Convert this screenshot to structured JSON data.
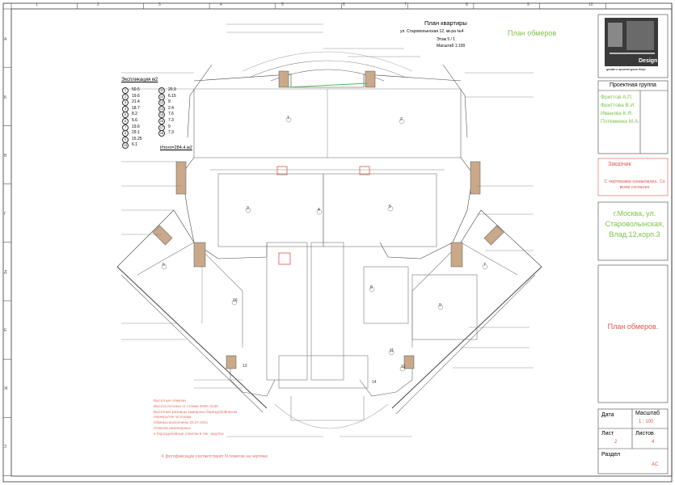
{
  "border": {
    "top_numbers": [
      "1",
      "2",
      "3",
      "4",
      "5",
      "6",
      "7",
      "8",
      "9",
      "10"
    ],
    "left_letters": [
      "А",
      "Б",
      "В",
      "Г",
      "Д",
      "Е",
      "Ж",
      "З"
    ]
  },
  "plan": {
    "title": "План квартиры",
    "address": "ул. Староволынская 12, кв-ра №4",
    "floor": "Этаж 5 / 1",
    "scale": "Масштаб 1:100",
    "top_label": "План обмеров"
  },
  "explication": {
    "title": "Экспликация м2",
    "left": [
      {
        "n": "1",
        "v": "50.5"
      },
      {
        "n": "2",
        "v": "19.6"
      },
      {
        "n": "3",
        "v": "21.4"
      },
      {
        "n": "4",
        "v": "18.7"
      },
      {
        "n": "5",
        "v": "8.2"
      },
      {
        "n": "6",
        "v": "5.6"
      },
      {
        "n": "7",
        "v": "19.6"
      },
      {
        "n": "8",
        "v": "29.1"
      },
      {
        "n": "9",
        "v": "15.25"
      },
      {
        "n": "10",
        "v": "6.1"
      }
    ],
    "right": [
      {
        "n": "11",
        "v": "20.9"
      },
      {
        "n": "12",
        "v": "6.15"
      },
      {
        "n": "13",
        "v": "9"
      },
      {
        "n": "14",
        "v": "2.4"
      },
      {
        "n": "15",
        "v": "7.6"
      },
      {
        "n": "16",
        "v": "7.3"
      },
      {
        "n": "17",
        "v": "9"
      },
      {
        "n": "18",
        "v": "7.3"
      }
    ],
    "total": "Итого=284.4 м2"
  },
  "rooms": [
    "1",
    "2",
    "3",
    "4",
    "5",
    "6",
    "7",
    "8",
    "9",
    "10",
    "11",
    "12",
    "13",
    "14"
  ],
  "notes": {
    "line1": "Высотные отметки",
    "line2": "Высота потолка от стяжки 3030÷3130",
    "line3": "Высотные разницы замерены бороздобойником",
    "line4": "перекрытие по полам",
    "line5": "Обмеры выполнены 25.07.2011",
    "line6": "Отметки инженерных",
    "line7": "и бороздобойные отметки 5 тек. зарубок",
    "photo": "К фотофиксации соответствуют N пометки на чертеже"
  },
  "title_block": {
    "logo": "Design",
    "logo_sub": "дизайн и архитектурное бюро",
    "group_title": "Проектная группа",
    "members": [
      "Фриттов А.П.",
      "Фриттова В.И.",
      "Иванова К.Я.",
      "Потемкина М.А."
    ],
    "client_title": "Заказчик",
    "client_note": "С чертежами ознакомлен. Со всем согласен",
    "address": "г.Москва, ул. Староволынская, Влад.12,корп.3",
    "sheet_title": "План обмеров.",
    "date_label": "Дата",
    "scale_label": "Масштаб",
    "scale_value": "1 : 100",
    "sheet_label": "Лист",
    "sheet_value": "2",
    "sheets_label": "Листов",
    "sheets_value": "4",
    "project_label": "Раздел",
    "project_value": "AC"
  }
}
